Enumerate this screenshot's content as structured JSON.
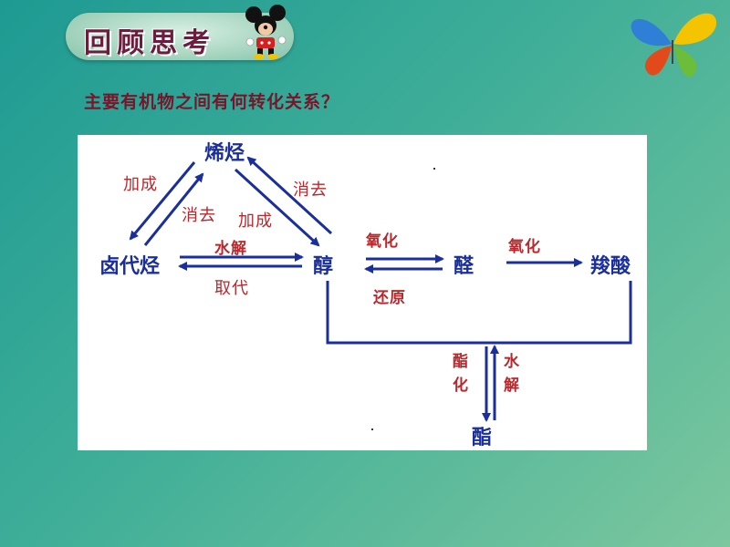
{
  "header": {
    "badge_title": "回顾思考",
    "question": "主要有机物之间有何转化关系？"
  },
  "nodes": {
    "alkene": "烯烃",
    "haloalkane": "卤代烃",
    "alcohol": "醇",
    "aldehyde": "醛",
    "carboxylic_acid": "羧酸",
    "ester": "酯"
  },
  "reactions": {
    "haloalkane_to_alkene": "消去",
    "alkene_to_haloalkane": "加成",
    "alkene_to_alcohol": "加成",
    "alcohol_to_alkene": "消去",
    "hydrolysis": "水解",
    "substitution": "取代",
    "oxidation_1": "氧化",
    "reduction": "还原",
    "oxidation_2": "氧化",
    "esterification": "酯化",
    "ester_hydrolysis": "水解"
  },
  "colors": {
    "arrow": "#1a2f9c",
    "reaction_label": "#b8282c",
    "node_text": "#1a2f9c",
    "question_text": "#7a1428"
  },
  "icons": [
    "mickey-mouse-icon",
    "butterfly-logo-icon"
  ]
}
